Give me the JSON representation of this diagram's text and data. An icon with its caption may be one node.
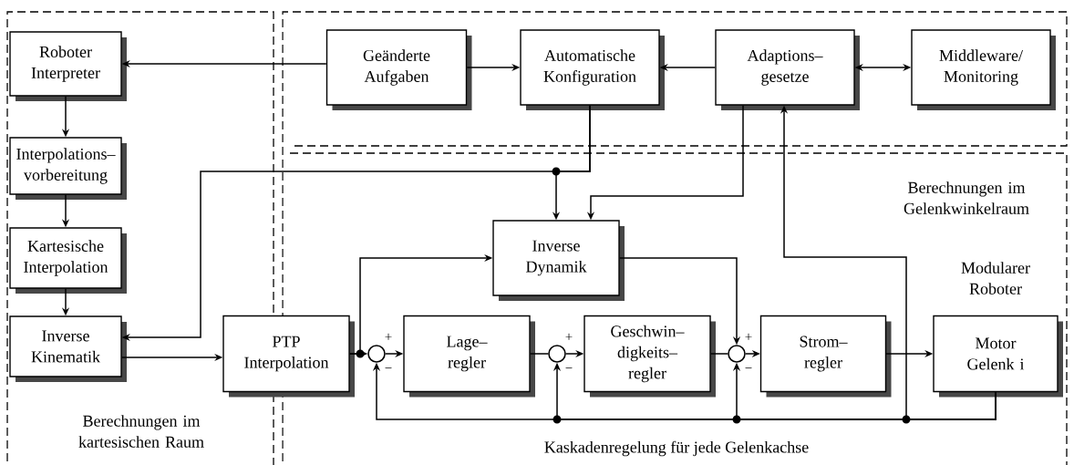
{
  "diagram": {
    "nodes": [
      {
        "text": [
          "Roboter Interpreter"
        ]
      },
      {
        "text": [
          "Interpolations– vorbereitung"
        ]
      },
      {
        "text": [
          "Kartesische Interpolation"
        ]
      },
      {
        "text": [
          "Inverse Kinematik"
        ]
      },
      {
        "text": [
          "Geänderte Aufgaben"
        ]
      },
      {
        "text": [
          "Automatische Konfiguration"
        ]
      },
      {
        "text": [
          "Adaptions– gesetze"
        ]
      },
      {
        "text": [
          "Middleware/ Monitoring"
        ]
      },
      {
        "text": [
          "Inverse Dynamik"
        ]
      },
      {
        "text": [
          "PTP Interpolation"
        ]
      },
      {
        "text": [],
        "shape": "circle"
      },
      {
        "text": [
          "Lage– regler"
        ]
      },
      {
        "text": [],
        "shape": "circle"
      },
      {
        "text": [
          "Geschwin– digkeits– regler"
        ]
      },
      {
        "text": [],
        "shape": "circle"
      },
      {
        "text": [
          "Strom– regler"
        ]
      },
      {
        "text": [
          "Motor Gelenk i"
        ]
      }
    ],
    "edges": [
      {
        "from": 4,
        "to": 0,
        "arrow": "to"
      },
      {
        "from": 4,
        "to": 5,
        "arrow": "to"
      },
      {
        "from": 6,
        "to": 5,
        "arrow": "to"
      },
      {
        "from": 6,
        "to": 7,
        "arrow": "both"
      },
      {
        "from": 0,
        "to": 1,
        "arrow": "to"
      },
      {
        "from": 1,
        "to": 2,
        "arrow": "to"
      },
      {
        "from": 2,
        "to": 3,
        "arrow": "to"
      },
      {
        "from": 3,
        "to": 9,
        "arrow": "to"
      },
      {
        "from": 5,
        "to": 3,
        "arrow": "to"
      },
      {
        "from": 5,
        "to": 8,
        "arrow": "to"
      },
      {
        "from": 6,
        "to": 8,
        "arrow": "to"
      },
      {
        "from": 9,
        "to": 10,
        "arrow": "to"
      },
      {
        "from": 9,
        "to": 8,
        "arrow": "to"
      },
      {
        "from": 10,
        "to": 11,
        "arrow": "to"
      },
      {
        "from": 11,
        "to": 12,
        "arrow": "none"
      },
      {
        "from": 12,
        "to": 13,
        "arrow": "to"
      },
      {
        "from": 13,
        "to": 14,
        "arrow": "none"
      },
      {
        "from": 14,
        "to": 15,
        "arrow": "to"
      },
      {
        "from": 8,
        "to": 14,
        "arrow": "to"
      },
      {
        "from": 15,
        "to": 16,
        "arrow": "to"
      },
      {
        "from": 16,
        "to": 10,
        "arrow": "to"
      },
      {
        "from": 16,
        "to": 12,
        "arrow": "to"
      },
      {
        "from": 16,
        "to": 14,
        "arrow": "to"
      },
      {
        "from": 16,
        "to": 6,
        "arrow": "to"
      }
    ],
    "labels": [
      "Berechnungen im Gelenkwinkelraum",
      "Modularer Roboter",
      "+",
      "−",
      "+",
      "−",
      "+",
      "−",
      "Berechnungen im kartesischen Raum",
      "Kaskadenregelung für jede Gelenkachse"
    ]
  }
}
